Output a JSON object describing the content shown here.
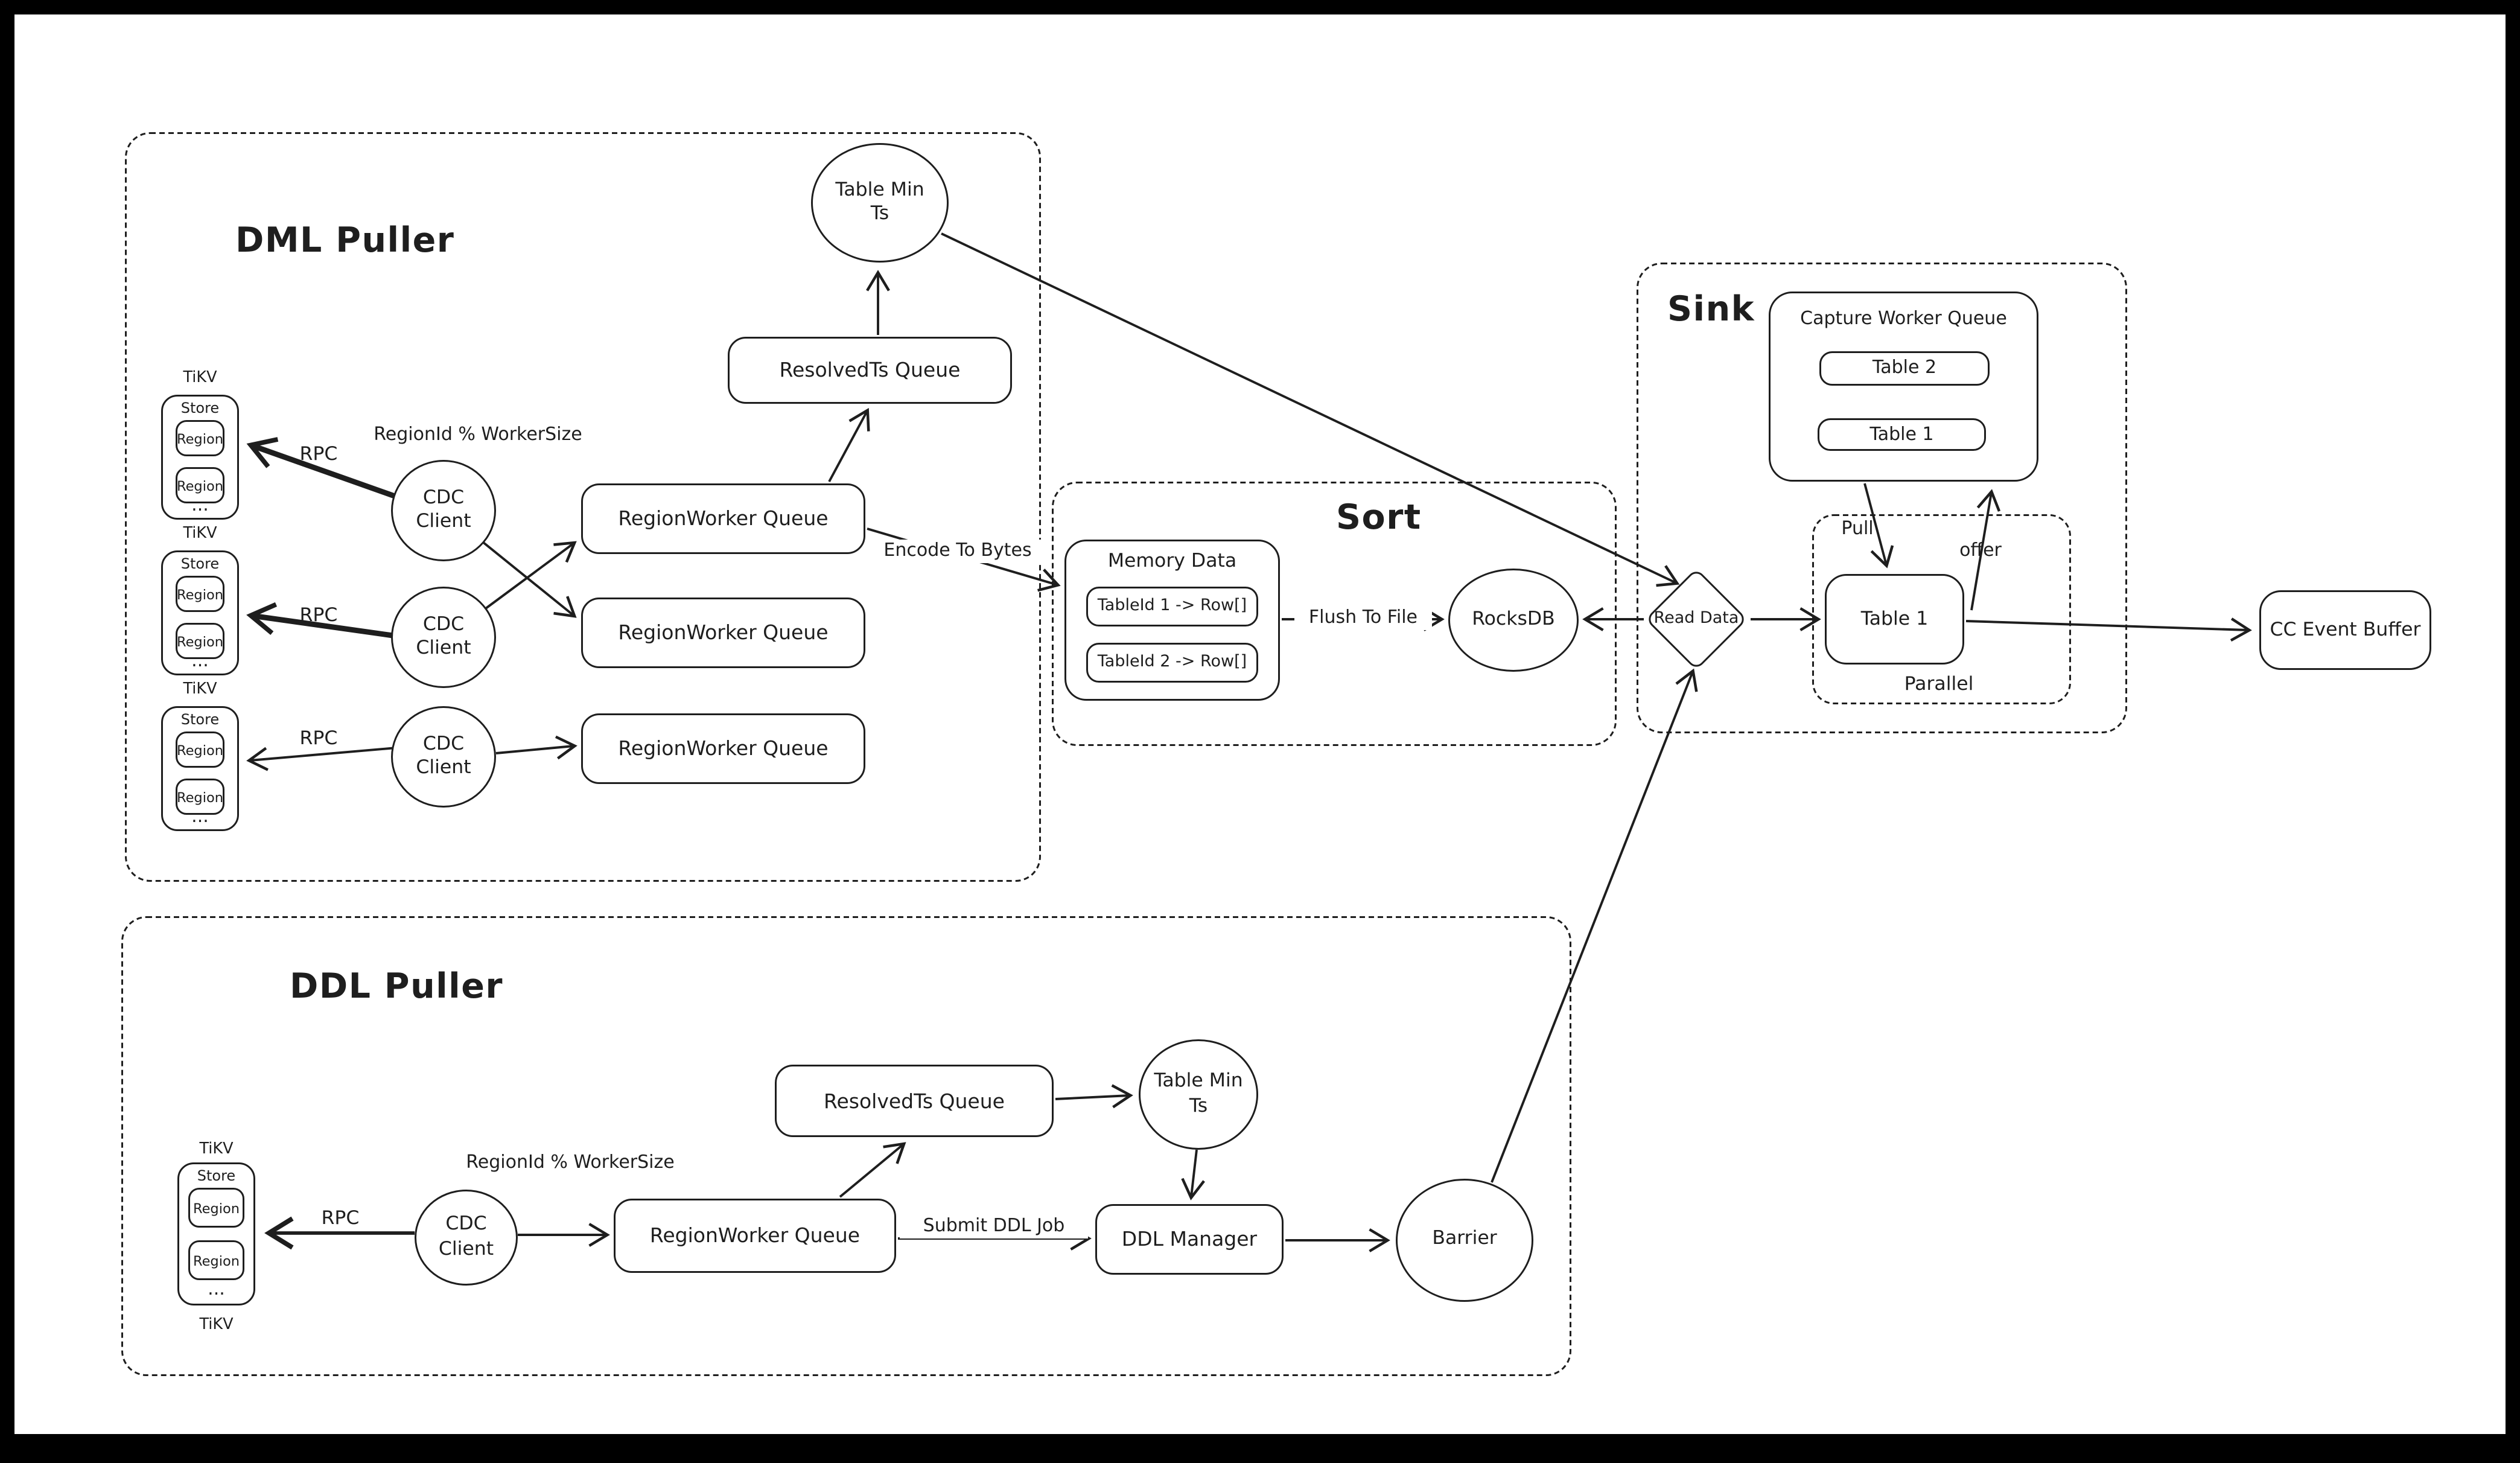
{
  "containers": {
    "dml_puller": {
      "title": "DML Puller"
    },
    "ddl_puller": {
      "title": "DDL Puller"
    },
    "sort": {
      "title": "Sort"
    },
    "sink": {
      "title": "Sink"
    },
    "parallel": {
      "label": "Parallel"
    }
  },
  "labels": {
    "tikv": "TiKV",
    "store": "Store",
    "region": "Region",
    "ellipsis": "...",
    "rpc": "RPC",
    "region_id_mod_worker_size": "RegionId % WorkerSize",
    "encode_to_bytes": "Encode To Bytes",
    "flush_to_file": "Flush To File",
    "submit_ddl_job": "Submit DDL Job",
    "pull": "Pull",
    "offer": "offer"
  },
  "nodes": {
    "table_min_ts": {
      "line1": "Table Min",
      "line2": "Ts"
    },
    "resolvedts_queue": "ResolvedTs Queue",
    "regionworker_queue": "RegionWorker Queue",
    "cdc_client": {
      "line1": "CDC",
      "line2": "Client"
    },
    "memory_data": "Memory Data",
    "tableid1_row": "TableId 1 -> Row[]",
    "tableid2_row": "TableId 2 -> Row[]",
    "rocksdb": "RocksDB",
    "read_data": "Read Data",
    "capture_worker_queue": "Capture Worker Queue",
    "table1": "Table 1",
    "table2": "Table 2",
    "cc_event_buffer": "CC Event Buffer",
    "ddl_manager": "DDL Manager",
    "barrier": "Barrier"
  },
  "colors": {
    "stroke": "#1e1e1e",
    "background": "#ffffff",
    "frame": "#000000"
  }
}
